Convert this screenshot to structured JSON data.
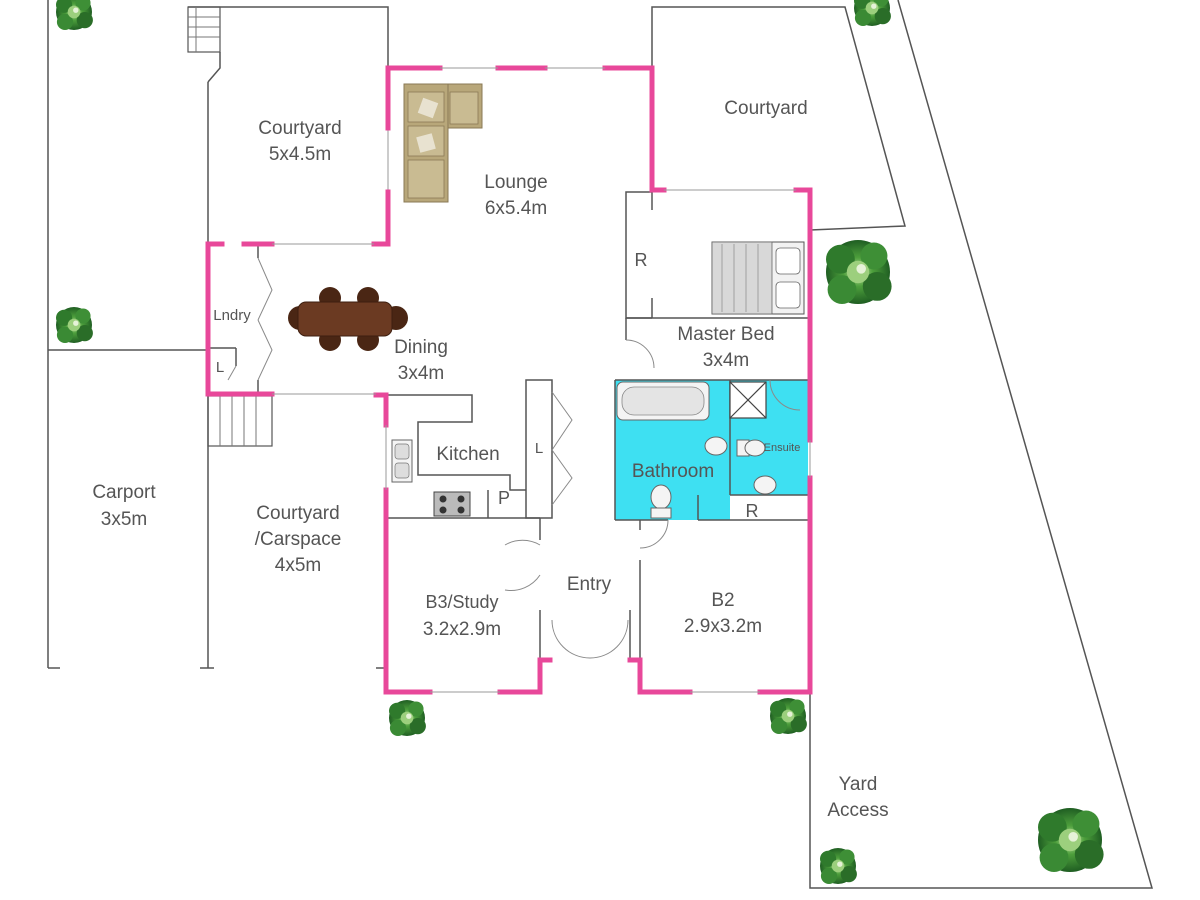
{
  "rooms": {
    "courtyard_top_left": {
      "name": "Courtyard",
      "size": "5x4.5m"
    },
    "lounge": {
      "name": "Lounge",
      "size": "6x5.4m"
    },
    "courtyard_top_right": {
      "name": "Courtyard"
    },
    "robe_master": {
      "name": "R"
    },
    "master_bed": {
      "name": "Master Bed",
      "size": "3x4m"
    },
    "laundry": {
      "name": "Lndry"
    },
    "laundry_linen": {
      "name": "L"
    },
    "dining": {
      "name": "Dining",
      "size": "3x4m"
    },
    "kitchen": {
      "name": "Kitchen"
    },
    "pantry": {
      "name": "P"
    },
    "linen": {
      "name": "L"
    },
    "bathroom": {
      "name": "Bathroom"
    },
    "ensuite": {
      "name": "Ensuite"
    },
    "robe_b2": {
      "name": "R"
    },
    "carport": {
      "name": "Carport",
      "size": "3x5m"
    },
    "courtyard_carspace": {
      "name": "Courtyard",
      "name2": "/Carspace",
      "size": "4x5m"
    },
    "study": {
      "name": "B3/Study",
      "size": "3.2x2.9m"
    },
    "entry": {
      "name": "Entry"
    },
    "b2": {
      "name": "B2",
      "size": "2.9x3.2m"
    },
    "yard_access": {
      "name": "Yard",
      "name2": "Access"
    }
  },
  "colors": {
    "exterior_wall": "#e8489a",
    "wet_area": "#3ee0f2",
    "label_text": "#555555",
    "tree_green": "#3f9b3a",
    "furniture_wood": "#6b3a22",
    "sofa": "#b8a77a"
  },
  "icons": [
    "tree-icon",
    "sofa-icon",
    "dining-table-icon",
    "bed-icon",
    "bathtub-icon",
    "toilet-icon",
    "basin-icon",
    "shower-icon",
    "sink-icon",
    "cooktop-icon",
    "stairs-icon"
  ]
}
